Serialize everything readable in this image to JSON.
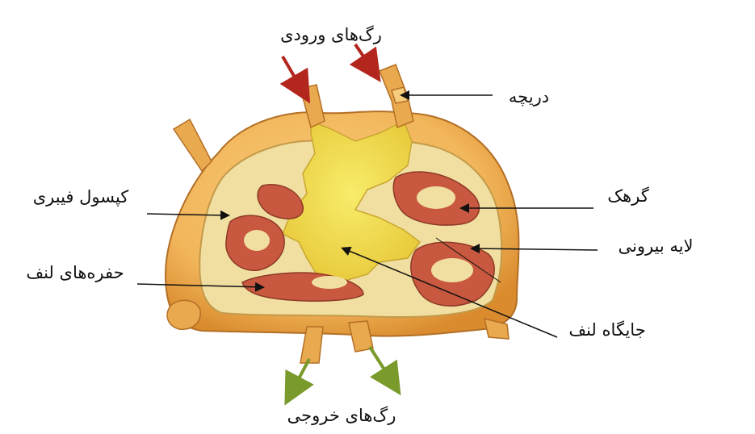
{
  "diagram": {
    "labels": {
      "afferent_vessels": "رگ‌های ورودی",
      "valve": "دریچه",
      "fibrous_capsule": "کپسول فیبری",
      "nodule": "گرهک",
      "outer_cortex": "لایه بیرونی",
      "lymph_sinuses": "حفره‌های لنف",
      "lymph_hilum": "جایگاه لنف",
      "efferent_vessels": "رگ‌های خروجی"
    },
    "colors": {
      "capsule": "#f2b55a",
      "capsule_dark": "#d98b2e",
      "inner_layer": "#f0dfa0",
      "medulla": "#f5e04a",
      "nodule_red": "#c8583f",
      "afferent_arrow": "#b3261e",
      "efferent_arrow": "#7a9a2b",
      "pointer": "#111111"
    }
  }
}
